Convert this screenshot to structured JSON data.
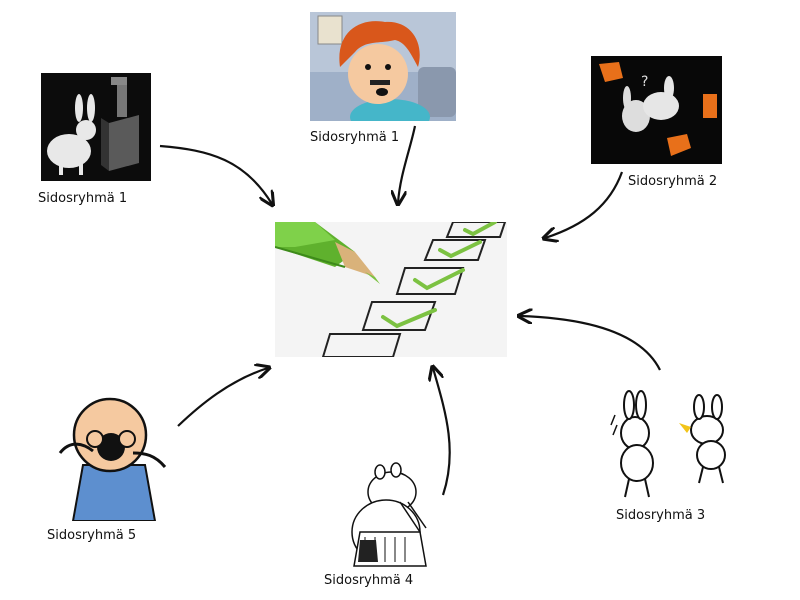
{
  "stakeholders": [
    {
      "id": "top-left",
      "label": "Sidosryhmä 1"
    },
    {
      "id": "top-center",
      "label": "Sidosryhmä 1"
    },
    {
      "id": "top-right",
      "label": "Sidosryhmä 2"
    },
    {
      "id": "mid-right",
      "label": "Sidosryhmä 3"
    },
    {
      "id": "bottom-center",
      "label": "Sidosryhmä 4"
    },
    {
      "id": "bottom-left",
      "label": "Sidosryhmä 5"
    }
  ],
  "colors": {
    "arrow": "#111111",
    "checkmark": "#7cc242",
    "pencil_green": "#5fb12d",
    "cartoon_orange": "#e8701a",
    "cartoon_blue": "#5d8fcf"
  }
}
